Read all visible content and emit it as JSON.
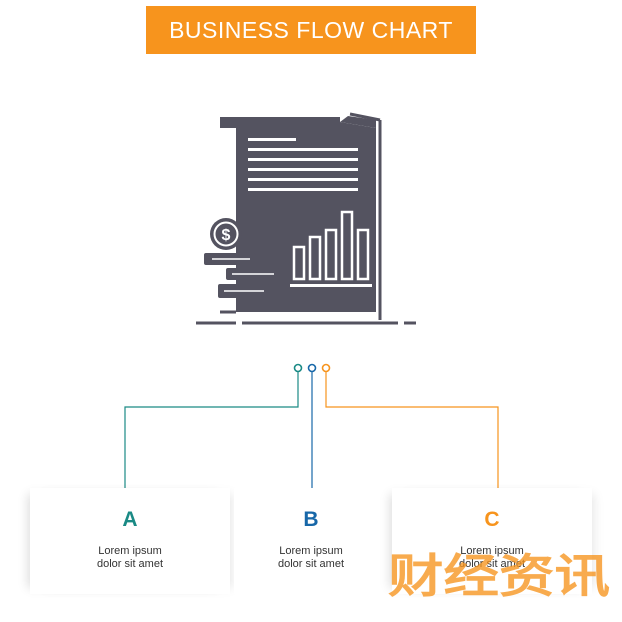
{
  "header": {
    "title": "BUSINESS FLOW CHART",
    "accent_color": "#f7941d"
  },
  "hero": {
    "icon": "financial-report-icon",
    "currency_symbol": "$",
    "color": "#545360"
  },
  "connectors": {
    "colors": [
      "#1a8a85",
      "#1767a8",
      "#f7941d"
    ]
  },
  "cards": [
    {
      "letter": "A",
      "line1": "Lorem ipsum",
      "line2": "dolor sit amet",
      "color": "#1a8a85"
    },
    {
      "letter": "B",
      "line1": "Lorem ipsum",
      "line2": "dolor sit amet",
      "color": "#1767a8"
    },
    {
      "letter": "C",
      "line1": "Lorem ipsum",
      "line2": "dolor sit amet",
      "color": "#f7941d"
    }
  ],
  "watermark": {
    "text": "财经资讯"
  }
}
